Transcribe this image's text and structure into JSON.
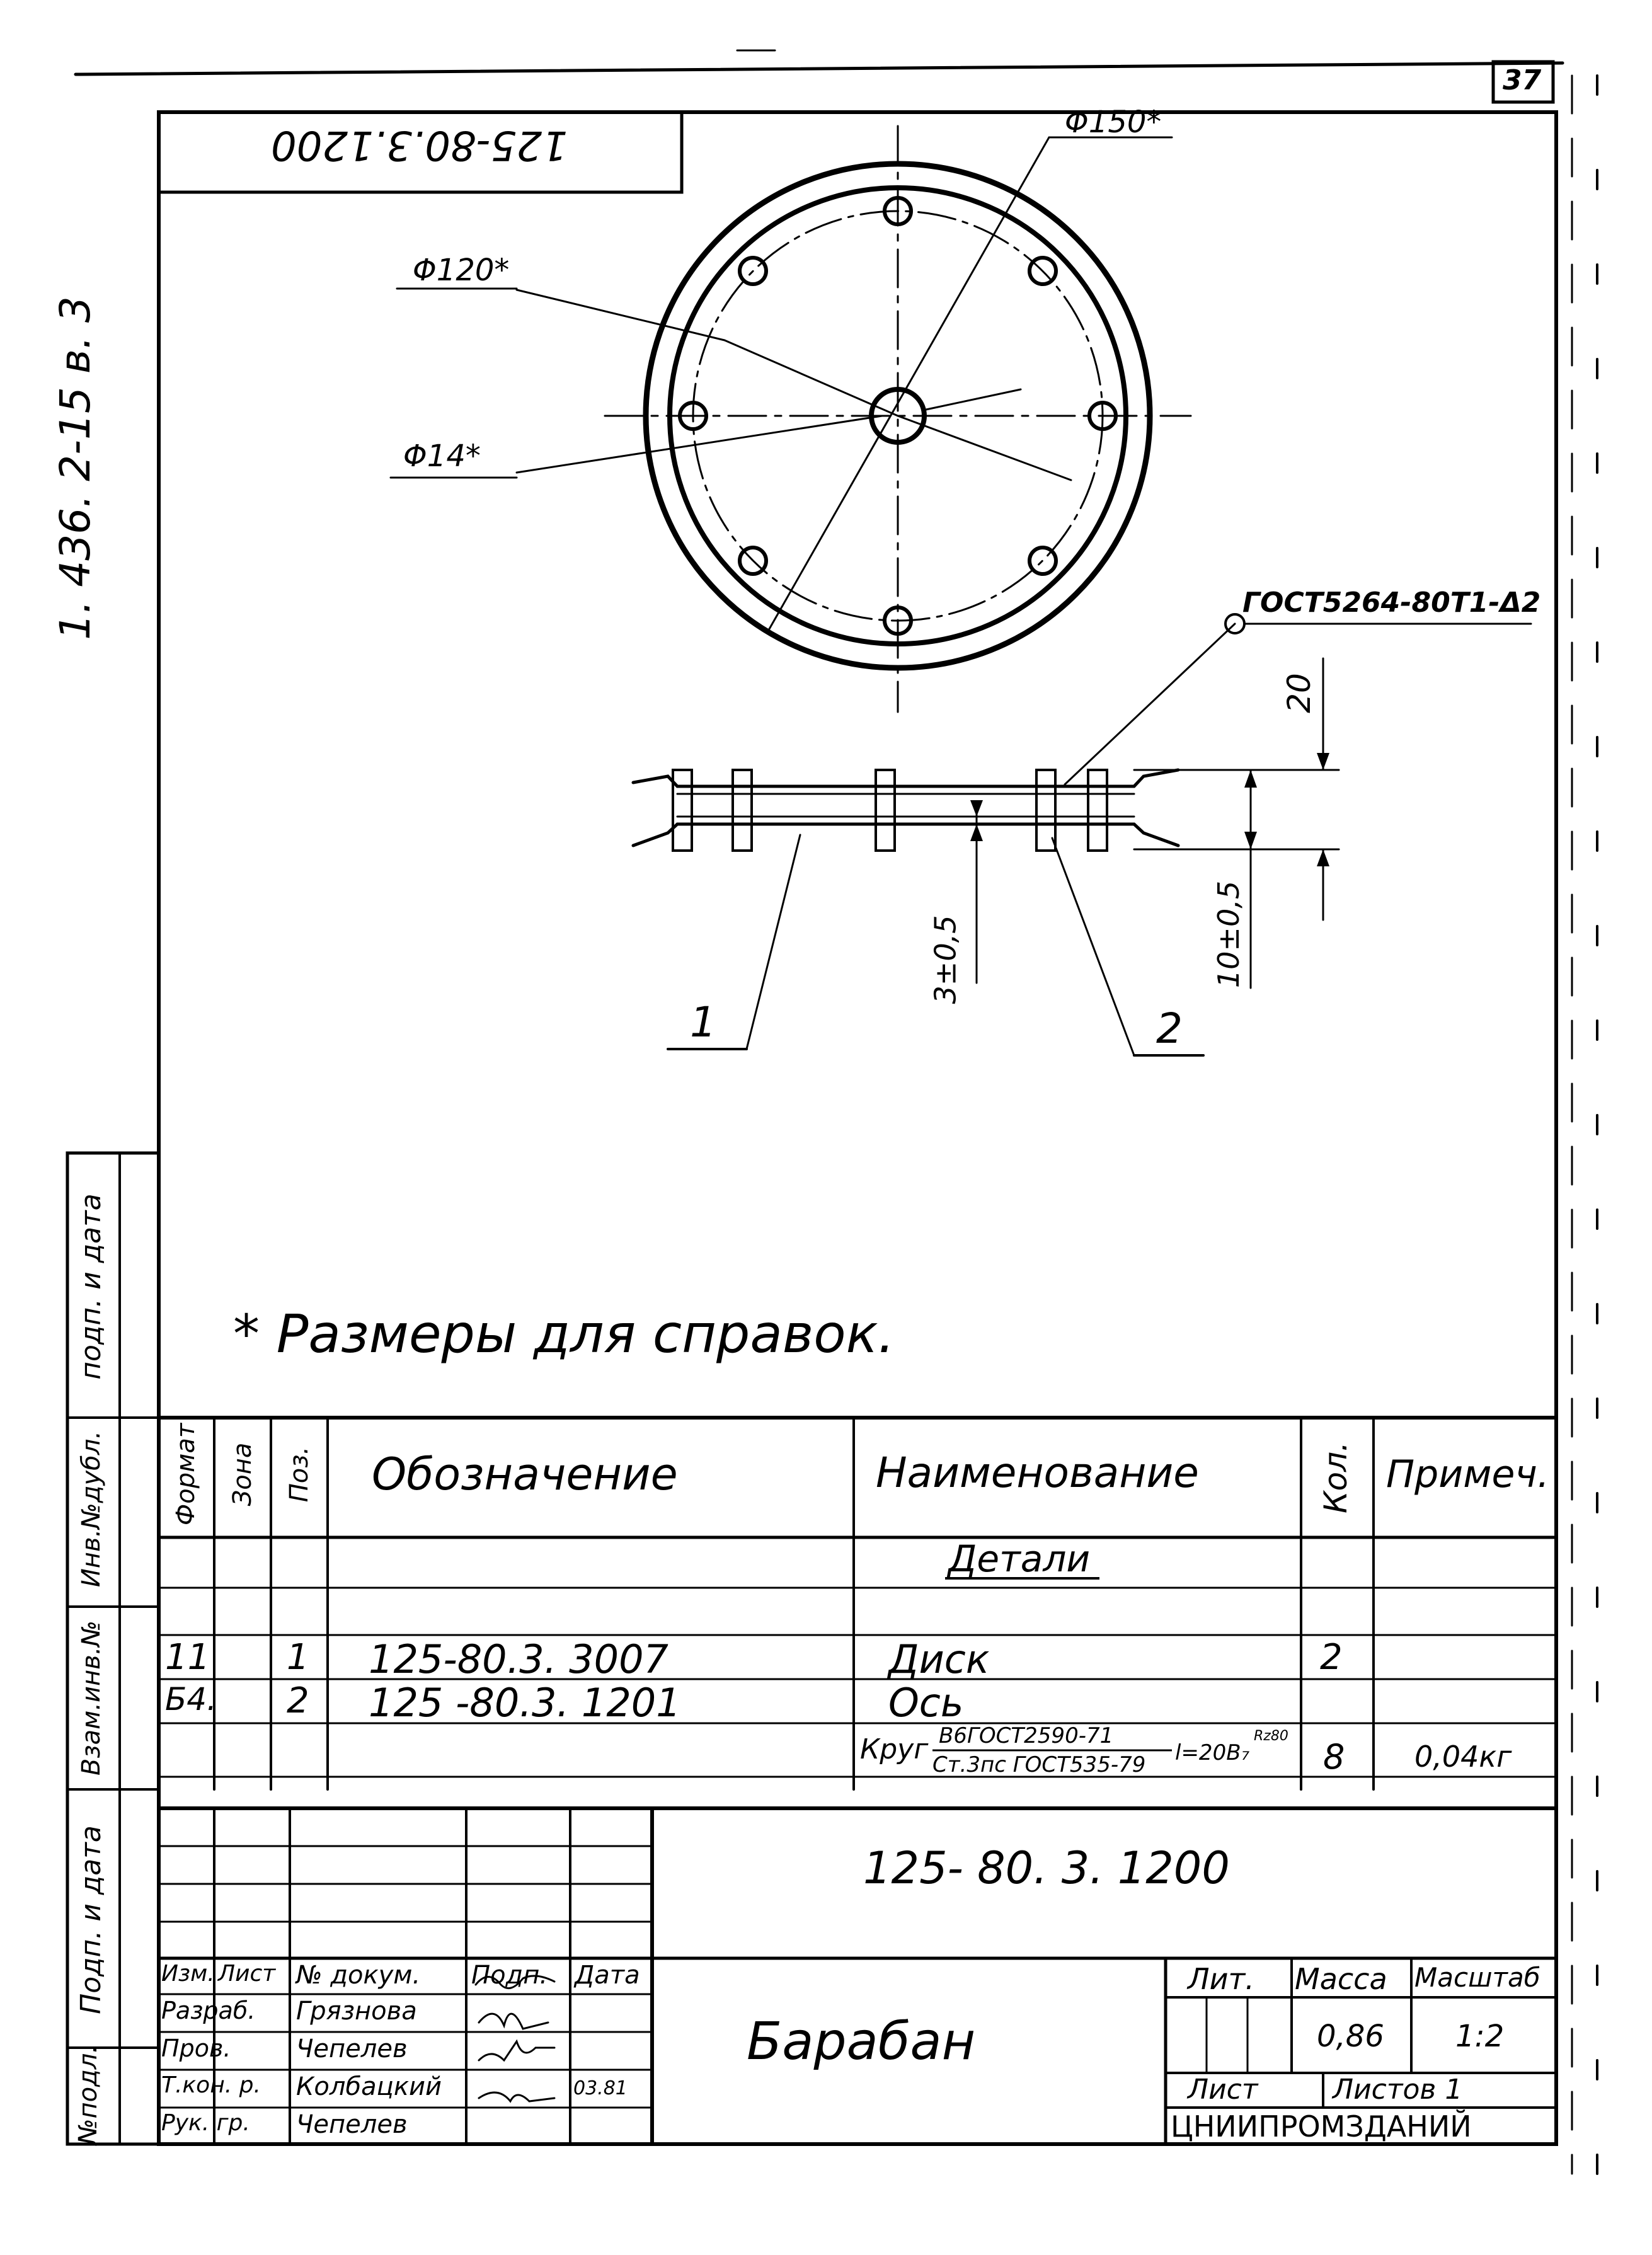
{
  "page": {
    "sheet_corner_number": "37"
  },
  "drawing": {
    "code_mirrored": "125-80.3.1200",
    "side_series": "1. 436. 2-15   в. 3",
    "dim_d150": "Φ150*",
    "dim_d120": "Φ120*",
    "dim_d14": "Φ14*",
    "weld_note": "ГОСТ5264-80Т1-Δ2",
    "dim_20": "20",
    "dim_3": "3±0,5",
    "dim_10": "10±0,5",
    "pos_1": "1",
    "pos_2": "2"
  },
  "note": "* Размеры  для   справок.",
  "side_stamp": {
    "podp_data_top": "подп. и дата",
    "inv_dubl": "Инв.№дубл.",
    "vzam_inv": "Взам.инв.№",
    "podp_data_bottom": "Подп. и дата",
    "inv_podl": "№подл."
  },
  "spec_table": {
    "headers": {
      "format": "Формат",
      "zone": "Зона",
      "pos": "Поз.",
      "designation": "Обозначение",
      "name": "Наименование",
      "qty": "Кол.",
      "note": "Примеч."
    },
    "section": "Детали",
    "rows": [
      {
        "format": "11",
        "zone": "",
        "pos": "1",
        "designation": "125-80.3. 3007",
        "name": "Диск",
        "qty": "2",
        "note": ""
      },
      {
        "format": "Б4.",
        "zone": "",
        "pos": "2",
        "designation": "125 -80.3. 1201",
        "name": "Ось",
        "qty": "",
        "note": ""
      }
    ],
    "material": {
      "prefix": "Круг",
      "num": "В6ГОСТ2590-71",
      "den": "Ст.3пс ГОСТ535-79",
      "len": "l=20В₇",
      "rz": "Rz80",
      "qty": "8",
      "note": "0,04кг"
    }
  },
  "title_block": {
    "doc_number": "125- 80. 3. 1200",
    "product_name": "Барабан",
    "lit_label": "Лит.",
    "mass_label": "Масса",
    "scale_label": "Масштаб",
    "mass_value": "0,86",
    "scale_value": "1:2",
    "sheet_label": "Лист",
    "sheets_label": "Листов 1",
    "org": "ЦНИИПРОМЗДАНИЙ",
    "col_headers": [
      "Изм.",
      "Лист",
      "№ докум.",
      "Подп.",
      "Дата"
    ],
    "people": [
      {
        "role": "Разраб.",
        "name": "Грязнова",
        "date": ""
      },
      {
        "role": "Пров.",
        "name": "Чепелев",
        "date": ""
      },
      {
        "role": "Т.кон. р.",
        "name": "Колбацкий",
        "date": "03.81"
      },
      {
        "role": "Рук. гр.",
        "name": "Чепелев",
        "date": ""
      }
    ]
  }
}
